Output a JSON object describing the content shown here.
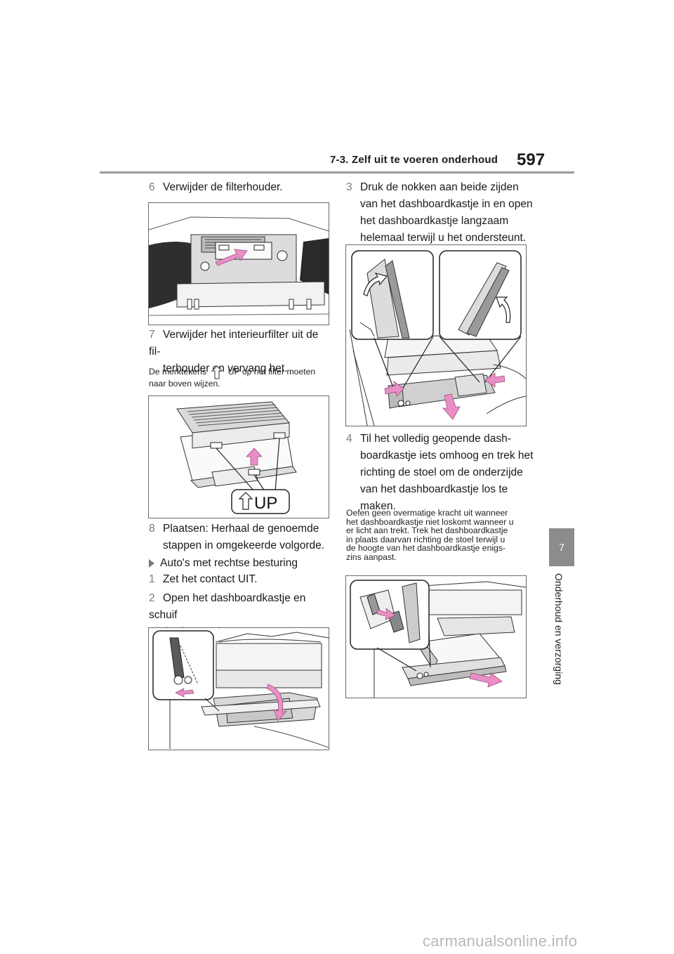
{
  "header": {
    "section": "7-3. Zelf uit te voeren onderhoud",
    "page_number": "597"
  },
  "side_tab": {
    "chapter_number": "7",
    "chapter_title": "Onderhoud en verzorging"
  },
  "left_column": {
    "step6": {
      "num": "6",
      "text": "Verwijder de filterhouder."
    },
    "step7": {
      "num": "7",
      "line1": "Verwijder het interieurfilter uit de fil-",
      "line2": "terhouder en vervang het."
    },
    "note_up": {
      "part1": "De merktekens",
      "part2": "UP op het filter moeten",
      "line2": "naar boven wijzen."
    },
    "fig_up_label": "UP",
    "step8": {
      "num": "8",
      "line1": "Plaatsen: Herhaal de genoemde",
      "line2": "stappen in omgekeerde volgorde."
    },
    "rhd_heading": "Auto's met rechtse besturing",
    "step1": {
      "num": "1",
      "text": "Zet het contact UIT."
    },
    "step2": {
      "num": "2",
      "line1": "Open het dashboardkastje en schuif",
      "line2": "de demper los."
    }
  },
  "right_column": {
    "step3": {
      "num": "3",
      "lines": [
        "Druk de nokken aan beide zijden",
        "van het dashboardkastje in en open",
        "het dashboardkastje langzaam",
        "helemaal terwijl u het ondersteunt."
      ]
    },
    "step4": {
      "num": "4",
      "lines": [
        "Til het volledig geopende dash-",
        "boardkastje iets omhoog en trek het",
        "richting de stoel om de onderzijde",
        "van het dashboardkastje los te",
        "maken."
      ]
    },
    "note_force": {
      "lines": [
        "Oefen geen overmatige kracht uit wanneer",
        "het dashboardkastje niet loskomt wanneer u",
        "er licht aan trekt. Trek het dashboardkastje",
        "in plaats daarvan richting de stoel terwijl u",
        "de hoogte van het dashboardkastje enigs-",
        "zins aanpast."
      ]
    }
  },
  "watermark": "carmanualsonline.info",
  "colors": {
    "arrow_pink": "#e98fc6",
    "rule_gray": "#9a9a9a",
    "tab_gray": "#8c8c8c",
    "number_gray": "#7a7a7a"
  }
}
